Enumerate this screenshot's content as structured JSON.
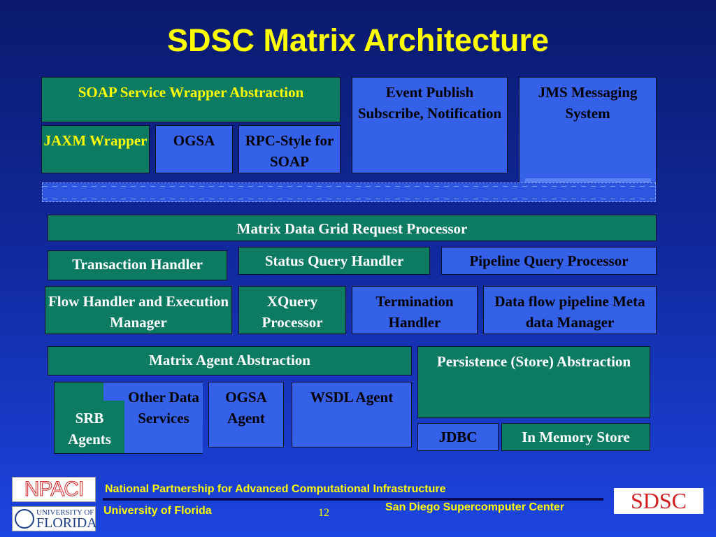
{
  "slide": {
    "title": "SDSC Matrix Architecture",
    "page_number": "12"
  },
  "top": {
    "soap": "SOAP Service Wrapper Abstraction",
    "jaxm": "JAXM Wrapper",
    "ogsa": "OGSA",
    "rpc": "RPC-Style for SOAP",
    "event": "Event Publish Subscribe, Notification",
    "jms": "JMS Messaging System"
  },
  "middle": {
    "request_processor": "Matrix Data Grid Request Processor",
    "transaction": "Transaction Handler",
    "status": "Status Query Handler",
    "pipeline_query": "Pipeline Query Processor",
    "flow": "Flow Handler and Execution Manager",
    "xquery": "XQuery Processor",
    "termination": "Termination Handler",
    "dataflow": "Data flow pipeline Meta data Manager"
  },
  "bottom": {
    "agent_abstraction": "Matrix Agent Abstraction",
    "srb": "SRB Agents",
    "other": "Other Data Services",
    "ogsa_agent": "OGSA Agent",
    "wsdl": "WSDL Agent",
    "persistence": "Persistence (Store) Abstraction",
    "jdbc": "JDBC",
    "memory": "In Memory Store"
  },
  "footer": {
    "npaci_full": "National Partnership for Advanced Computational Infrastructure",
    "uf": "University of Florida",
    "sdsc_full": "San Diego Supercomputer Center",
    "npaci_logo": "NPACI",
    "uf_logo_top": "UNIVERSITY OF",
    "uf_logo_bottom": "FLORIDA",
    "sdsc_logo": "SDSC"
  },
  "colors": {
    "title": "#ffff00",
    "green_box": "#0d7a62",
    "blue_box": "#3560e8"
  }
}
